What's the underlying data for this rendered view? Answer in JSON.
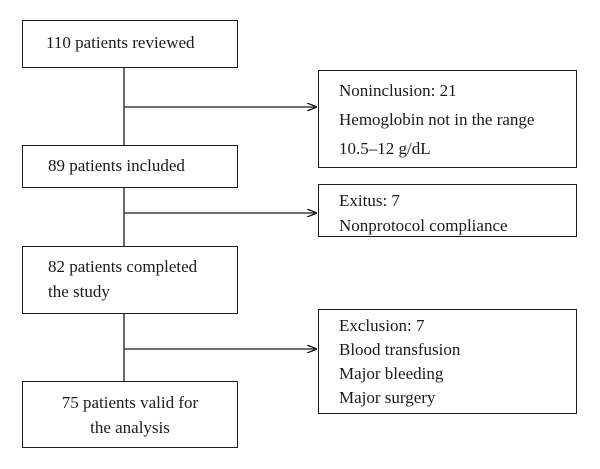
{
  "main_flow": [
    {
      "lines": [
        "110 patients reviewed"
      ]
    },
    {
      "lines": [
        "89 patients included"
      ]
    },
    {
      "lines": [
        "82 patients completed",
        "the study"
      ]
    },
    {
      "lines": [
        "75 patients valid for",
        "the analysis"
      ]
    }
  ],
  "side_boxes": [
    {
      "lines": [
        "Noninclusion: 21",
        "Hemoglobin not in the range",
        "10.5–12 g/dL"
      ]
    },
    {
      "lines": [
        "Exitus: 7",
        "Nonprotocol compliance"
      ]
    },
    {
      "lines": [
        "Exclusion: 7",
        "Blood transfusion",
        "Major bleeding",
        "Major surgery"
      ]
    }
  ]
}
